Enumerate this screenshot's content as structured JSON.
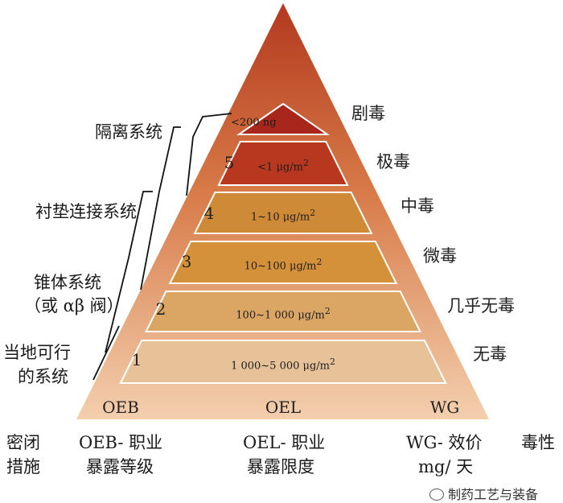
{
  "pyramid": {
    "colors": {
      "top": "#b3391f",
      "bottom": "#f3cfae",
      "band_stroke": "#ffffff"
    },
    "bands": [
      {
        "level": "",
        "label_html": "<200 ng",
        "fill": "#a8261c",
        "toxicity": "剧毒"
      },
      {
        "level": "5",
        "label_html": "<1 μg/m<sup>2</sup>",
        "fill": "#b8371f",
        "toxicity": "极毒"
      },
      {
        "level": "4",
        "label_html": "1~10 μg/m<sup>2</sup>",
        "fill": "#cf8a38",
        "toxicity": "中毒"
      },
      {
        "level": "3",
        "label_html": "10~100 μg/m<sup>2</sup>",
        "fill": "#d49139",
        "toxicity": "微毒"
      },
      {
        "level": "2",
        "label_html": "100~1 000 μg/m<sup>2</sup>",
        "fill": "#dba664",
        "toxicity": "几乎无毒"
      },
      {
        "level": "1",
        "label_html": "1 000~5 000 μg/m<sup>2</sup>",
        "fill": "#e7c198",
        "toxicity": "无毒"
      }
    ],
    "base_labels": {
      "left": "OEB",
      "center": "OEL",
      "right": "WG"
    }
  },
  "containment": [
    {
      "lines": [
        "隔离系统"
      ]
    },
    {
      "lines": [
        "衬垫连接系统"
      ]
    },
    {
      "lines": [
        "锥体系统",
        "（或 αβ 阀）"
      ]
    },
    {
      "lines": [
        "当地可行",
        "的系统"
      ]
    }
  ],
  "legend": {
    "col1": [
      "密闭",
      "措施"
    ],
    "col2": [
      "OEB- 职业",
      "暴露等级"
    ],
    "col3": [
      "OEL- 职业",
      "暴露限度"
    ],
    "col4": [
      "WG- 效价",
      "mg/ 天"
    ],
    "col5": "毒性"
  },
  "watermark": {
    "text": "制药工艺与装备",
    "icon": "wechat-icon"
  }
}
